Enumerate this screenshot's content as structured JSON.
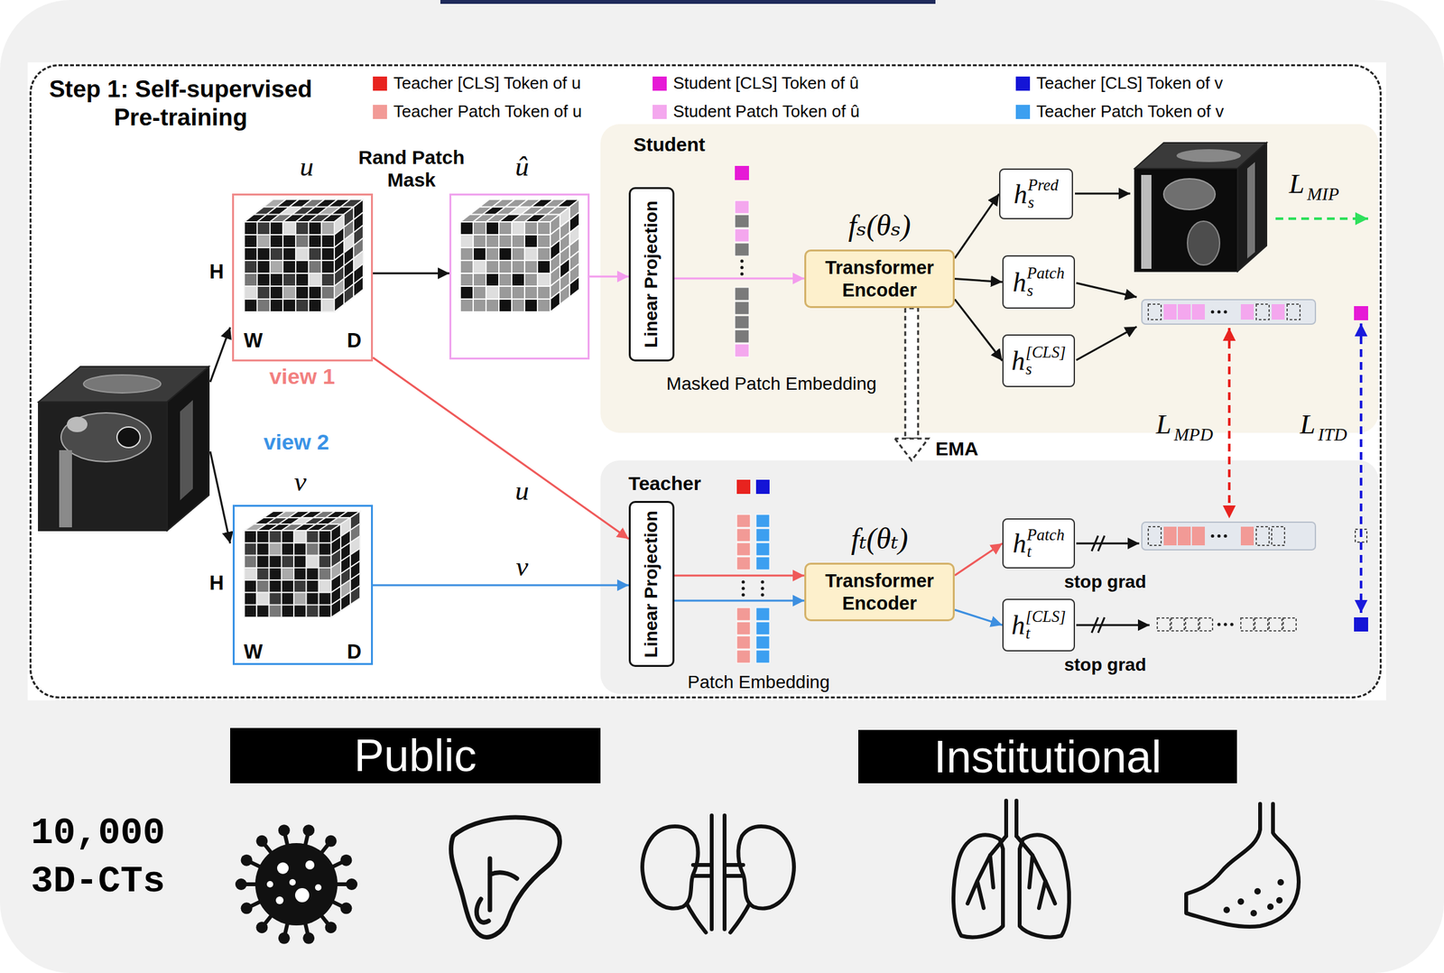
{
  "diagram": {
    "nodes": [
      {
        "text": [
          "Step 1: Self-supervised Pre-training"
        ]
      },
      {
        "text": [
          "u",
          "H",
          "W",
          "D",
          "view 1"
        ],
        "in": 0
      },
      {
        "text": [
          "û"
        ],
        "in": 0
      },
      {
        "text": [
          "view 2",
          "v",
          "H",
          "W",
          "D"
        ],
        "in": 0
      },
      {
        "text": [
          "Student"
        ],
        "in": 0
      },
      {
        "text": [
          "Linear Projection"
        ],
        "in": 4
      },
      {
        "text": [
          "fₛ(θₛ)",
          "Transformer Encoder"
        ],
        "in": 4
      },
      {
        "text": [
          "h",
          "s",
          "Pred"
        ],
        "in": 4
      },
      {
        "text": [
          "h",
          "s",
          "Patch"
        ],
        "in": 4
      },
      {
        "text": [
          "h",
          "s",
          "[CLS]"
        ],
        "in": 4
      },
      {
        "text": [
          "Teacher"
        ],
        "in": 0
      },
      {
        "text": [
          "Linear Projection"
        ],
        "in": 10
      },
      {
        "text": [
          "fₜ(θₜ)",
          "Transformer Encoder"
        ],
        "in": 10
      },
      {
        "text": [
          "h",
          "t",
          "Patch"
        ],
        "in": 10
      },
      {
        "text": [
          "h",
          "t",
          "[CLS]"
        ],
        "in": 10
      },
      {
        "text": [
          "Public"
        ]
      },
      {
        "text": [
          "Institutional"
        ]
      }
    ],
    "edges": [
      {
        "from": 1,
        "to": 2,
        "arrow": "to"
      },
      {
        "from": 2,
        "to": 5,
        "arrow": "to"
      },
      {
        "from": 5,
        "to": 6,
        "arrow": "to"
      },
      {
        "from": 6,
        "to": 7,
        "arrow": "to"
      },
      {
        "from": 6,
        "to": 8,
        "arrow": "to"
      },
      {
        "from": 6,
        "to": 9,
        "arrow": "to"
      },
      {
        "from": 1,
        "to": 11,
        "label": "u",
        "arrow": "to"
      },
      {
        "from": 3,
        "to": 11,
        "label": "v",
        "arrow": "to"
      },
      {
        "from": 11,
        "to": 12,
        "arrow": "to"
      },
      {
        "from": 12,
        "to": 13,
        "arrow": "to"
      },
      {
        "from": 12,
        "to": 14,
        "arrow": "to"
      },
      {
        "from": 6,
        "to": 10,
        "label": "EMA",
        "arrow": "to"
      }
    ],
    "labels": [
      "Rand Patch Mask",
      "Masked Patch Embedding",
      "L",
      "MIP",
      "L",
      "MPD",
      "L",
      "ITD",
      "stop grad",
      "stop grad",
      "Patch Embedding",
      "10,000 3D-CTs"
    ],
    "legend": [
      {
        "text": "Teacher [CLS] Token of u",
        "color": "#e8231f"
      },
      {
        "text": "Teacher Patch Token of u",
        "color": "#f29a96"
      },
      {
        "text": "Student [CLS] Token of û",
        "color": "#e619d6"
      },
      {
        "text": "Student Patch Token of û",
        "color": "#f4a7ee"
      },
      {
        "text": "Teacher [CLS] Token of v",
        "color": "#1414d6"
      },
      {
        "text": "Teacher Patch Token of v",
        "color": "#3c9ff0"
      }
    ]
  }
}
